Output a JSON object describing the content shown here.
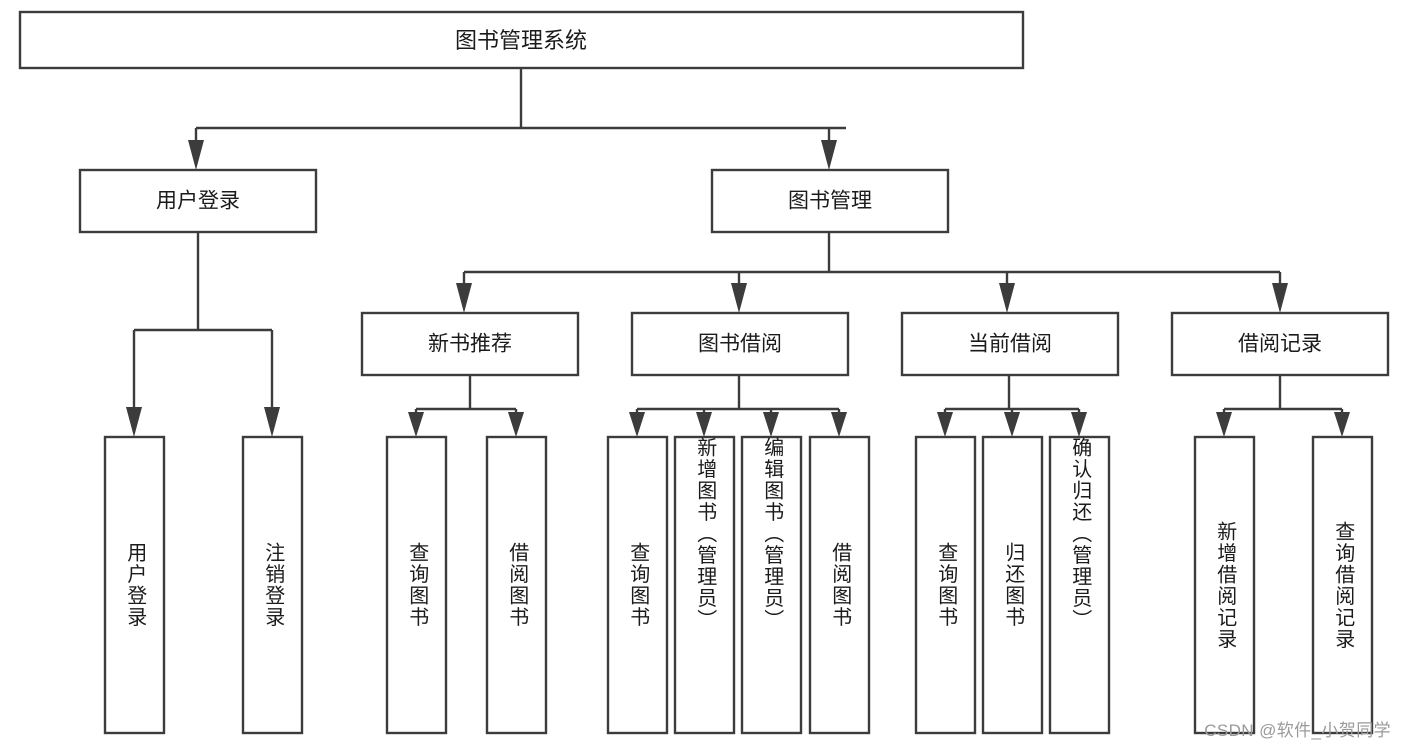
{
  "diagram": {
    "type": "hierarchy-tree",
    "title": "图书管理系统",
    "root": {
      "id": "root",
      "label": "图书管理系统"
    },
    "level2": [
      {
        "id": "user-login",
        "label": "用户登录"
      },
      {
        "id": "book-management",
        "label": "图书管理"
      }
    ],
    "level3": [
      {
        "id": "new-book-recommend",
        "label": "新书推荐",
        "parent": "book-management"
      },
      {
        "id": "book-borrow",
        "label": "图书借阅",
        "parent": "book-management"
      },
      {
        "id": "current-borrow",
        "label": "当前借阅",
        "parent": "book-management"
      },
      {
        "id": "borrow-record",
        "label": "借阅记录",
        "parent": "book-management"
      }
    ],
    "leaves": [
      {
        "id": "leaf-user-login",
        "label": "用户登录",
        "parent": "user-login"
      },
      {
        "id": "leaf-logout-login",
        "label": "注销登录",
        "parent": "user-login"
      },
      {
        "id": "leaf-query-book-1",
        "label": "查询图书",
        "parent": "new-book-recommend"
      },
      {
        "id": "leaf-borrow-book-1",
        "label": "借阅图书",
        "parent": "new-book-recommend"
      },
      {
        "id": "leaf-query-book-2",
        "label": "查询图书",
        "parent": "book-borrow"
      },
      {
        "id": "leaf-add-book",
        "label": "新增图书（管理员）",
        "parent": "book-borrow"
      },
      {
        "id": "leaf-edit-book",
        "label": "编辑图书（管理员）",
        "parent": "book-borrow"
      },
      {
        "id": "leaf-borrow-book-2",
        "label": "借阅图书",
        "parent": "book-borrow"
      },
      {
        "id": "leaf-query-book-3",
        "label": "查询图书",
        "parent": "current-borrow"
      },
      {
        "id": "leaf-return-book",
        "label": "归还图书",
        "parent": "current-borrow"
      },
      {
        "id": "leaf-confirm-return",
        "label": "确认归还（管理员）",
        "parent": "current-borrow"
      },
      {
        "id": "leaf-add-record",
        "label": "新增借阅记录",
        "parent": "borrow-record"
      },
      {
        "id": "leaf-query-record",
        "label": "查询借阅记录",
        "parent": "borrow-record"
      }
    ],
    "watermark": "CSDN @软件_小贺同学",
    "colors": {
      "stroke": "#3c3c3c",
      "box_fill": "#ffffff",
      "text": "#1b1b1b",
      "background": "#ffffff",
      "watermark": "#9a9a9a"
    }
  }
}
